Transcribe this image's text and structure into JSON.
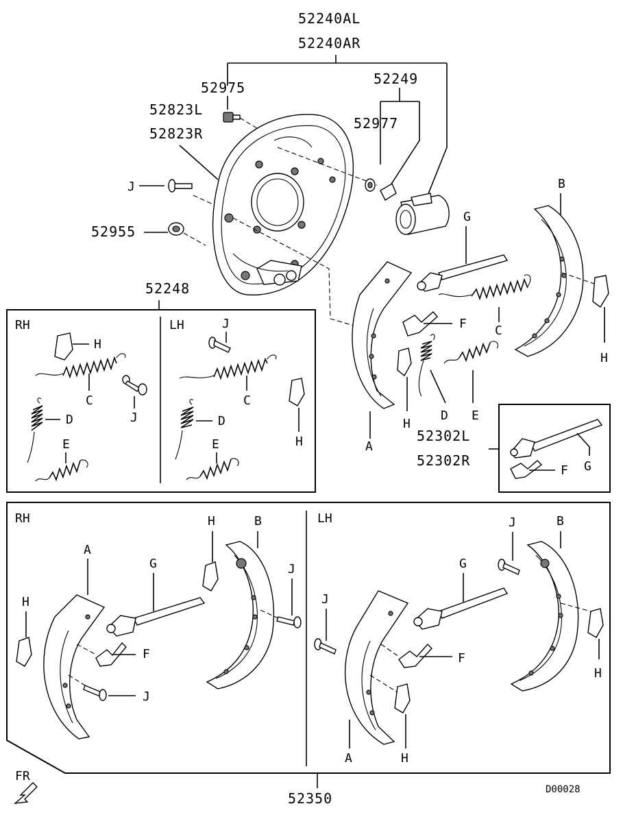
{
  "part_numbers": {
    "assembly_l": "52240AL",
    "assembly_r": "52240AR",
    "bolt": "52975",
    "plate_l": "52823L",
    "plate_r": "52823R",
    "cylinder_kit": "52249",
    "bleeder_cap": "52977",
    "plug": "52955",
    "spring_kit": "52248",
    "adjuster_l": "52302L",
    "adjuster_r": "52302R",
    "shoe_kit": "52350"
  },
  "callouts": {
    "a": "A",
    "b": "B",
    "c": "C",
    "d": "D",
    "e": "E",
    "f": "F",
    "g": "G",
    "h": "H",
    "j": "J"
  },
  "sections": {
    "rh": "RH",
    "lh": "LH"
  },
  "footer": {
    "direction": "FR",
    "figure_code": "D00028"
  }
}
